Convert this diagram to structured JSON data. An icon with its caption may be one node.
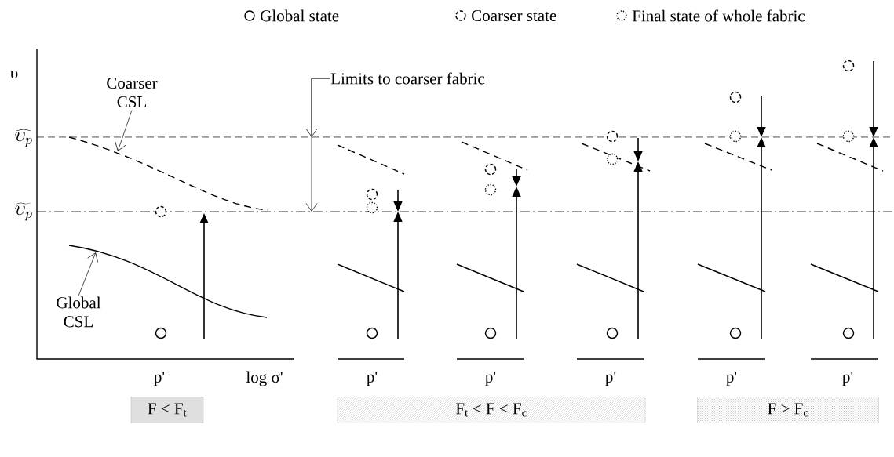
{
  "diagram": {
    "nodes": [
      {
        "text": [
          "Coarser CSL"
        ]
      },
      {
        "text": [
          "Global CSL"
        ]
      },
      {
        "text": [
          "F < F$_{t}$"
        ]
      },
      {
        "text": [
          "F$_{t}$ < F < F$_{c}$"
        ]
      },
      {
        "text": [
          "F > F$_{c}$"
        ]
      },
      {
        "text": [
          "Limits to coarser fabric"
        ]
      }
    ],
    "edges": [
      {
        "from": 0,
        "to": null,
        "arrow": "to"
      },
      {
        "from": 1,
        "to": null,
        "arrow": "to"
      },
      {
        "from": 5,
        "to": null,
        "arrow": "to"
      },
      {
        "from": 5,
        "to": null,
        "arrow": "to"
      }
    ],
    "labels": [
      "υ",
      "\\widehat{\\upsilon_{p}}",
      "\\widetilde{\\upsilon_{p}}",
      "p'",
      "log σ'",
      "p'",
      "p'",
      "p'",
      "p'",
      "p'"
    ],
    "legend": [
      {
        "text": "Global state"
      },
      {
        "text": "Coarser state"
      },
      {
        "text": "Final state of whole fabric"
      }
    ]
  }
}
